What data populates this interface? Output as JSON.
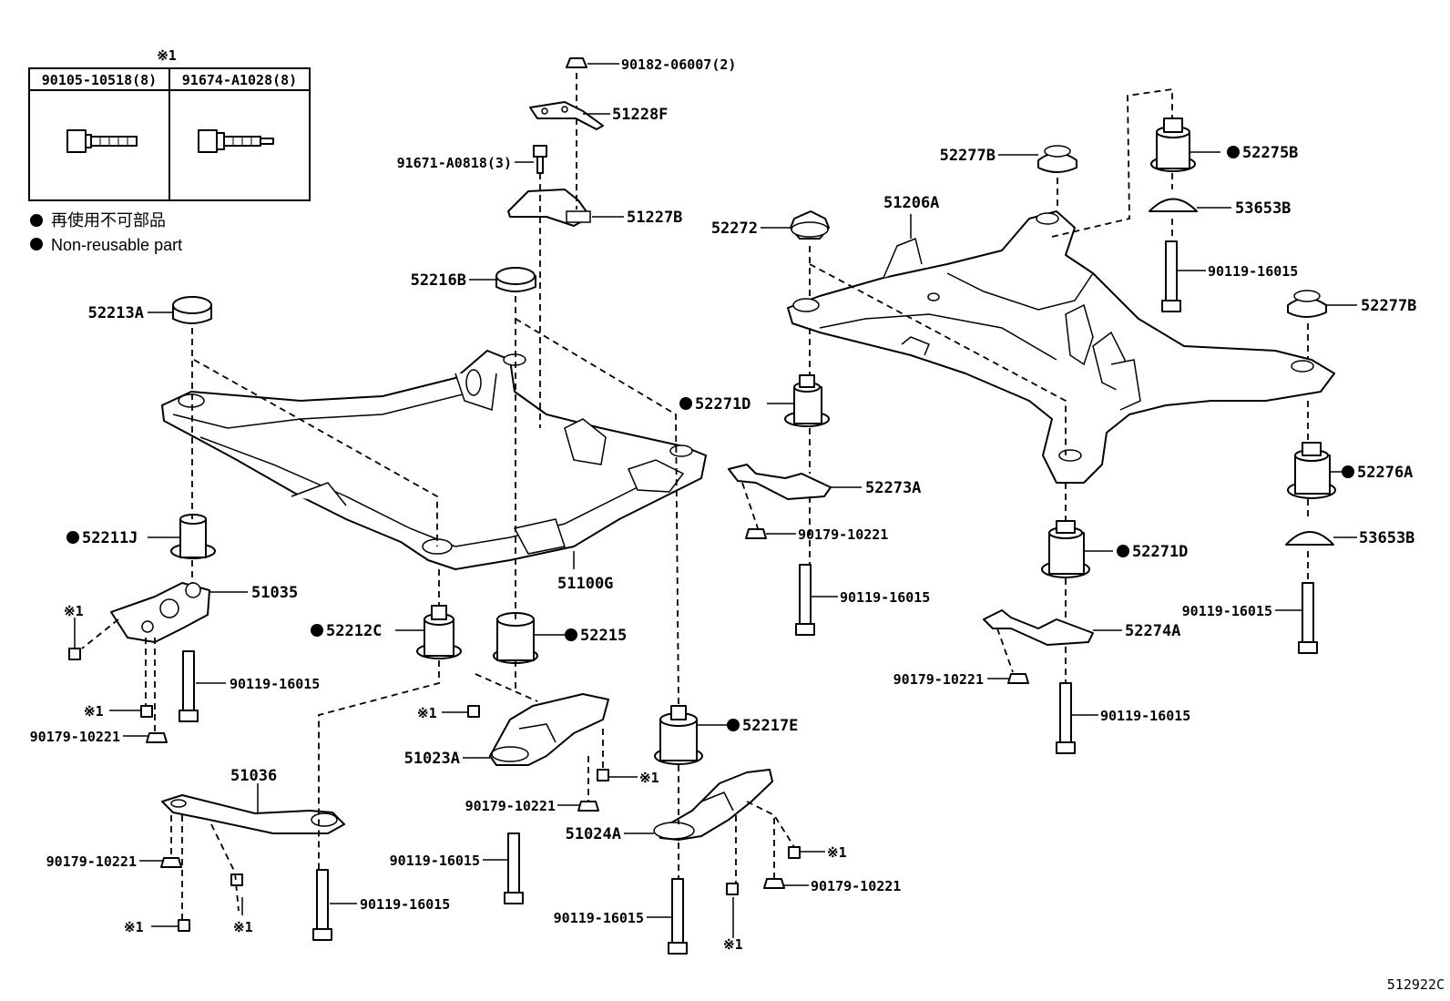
{
  "legend_table": {
    "mark": "※1",
    "col1": "90105-10518(8)",
    "col2": "91674-A1028(8)"
  },
  "legend": {
    "non_reusable_jp": "再使用不可部品",
    "non_reusable_en": "Non-reusable part"
  },
  "mark": "※1",
  "catalog_id": "512922C",
  "labels": {
    "p90182": "90182-06007(2)",
    "p51228F": "51228F",
    "p91671": "91671-A0818(3)",
    "p51227B": "51227B",
    "p52216B": "52216B",
    "p52213A": "52213A",
    "p52211J": "52211J",
    "p51035": "51035",
    "p90119_a": "90119-16015",
    "p90179_a": "90179-10221",
    "p52212C": "52212C",
    "p52215": "52215",
    "p51100G": "51100G",
    "p51036": "51036",
    "p90179_b": "90179-10221",
    "p90119_b": "90119-16015",
    "p51023A": "51023A",
    "p90179_c": "90179-10221",
    "p90119_c": "90119-16015",
    "p52217E": "52217E",
    "p51024A": "51024A",
    "p90119_d": "90119-16015",
    "p90179_d": "90179-10221",
    "p52277B_a": "52277B",
    "p52272": "52272",
    "p51206A": "51206A",
    "p52275B": "52275B",
    "p53653B_a": "53653B",
    "p90119_e": "90119-16015",
    "p52277B_b": "52277B",
    "p52271D_a": "52271D",
    "p52273A": "52273A",
    "p90179_e": "90179-10221",
    "p90119_f": "90119-16015",
    "p52276A": "52276A",
    "p52271D_b": "52271D",
    "p53653B_b": "53653B",
    "p90119_g": "90119-16015",
    "p52274A": "52274A",
    "p90179_f": "90179-10221",
    "p90119_h": "90119-16015"
  }
}
